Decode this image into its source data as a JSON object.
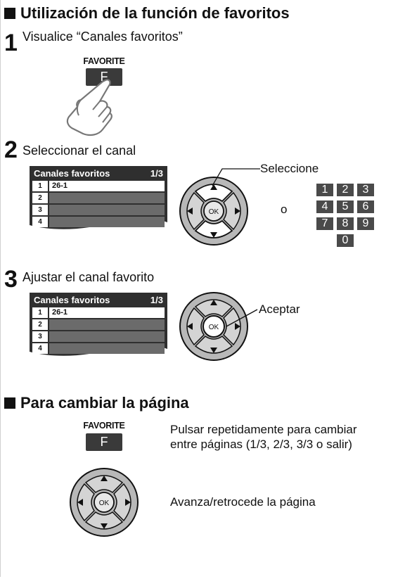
{
  "section1": {
    "title": "Utilización de la función de favoritos"
  },
  "step1": {
    "number": "1",
    "text": "Visualice “Canales favoritos”"
  },
  "step2": {
    "number": "2",
    "text": "Seleccionar el canal",
    "select_label": "Seleccione",
    "or_label": "o"
  },
  "step3": {
    "number": "3",
    "text": "Ajustar el canal favorito",
    "accept_label": "Aceptar"
  },
  "favorite_key": {
    "label": "FAVORITE",
    "key": "F"
  },
  "panel": {
    "title": "Canales favoritos",
    "page": "1/3",
    "rows": [
      {
        "num": "1",
        "value": "26-1"
      },
      {
        "num": "2",
        "value": ""
      },
      {
        "num": "3",
        "value": ""
      },
      {
        "num": "4",
        "value": ""
      }
    ]
  },
  "dpad": {
    "ok": "OK"
  },
  "numpad": {
    "keys": [
      "1",
      "2",
      "3",
      "4",
      "5",
      "6",
      "7",
      "8",
      "9",
      "0"
    ]
  },
  "section2": {
    "title": "Para cambiar la página",
    "favorite_desc_line1": "Pulsar repetidamente para cambiar",
    "favorite_desc_line2": "entre páginas (1/3, 2/3, 3/3 o salir)",
    "dpad_desc": "Avanza/retrocede la página"
  }
}
